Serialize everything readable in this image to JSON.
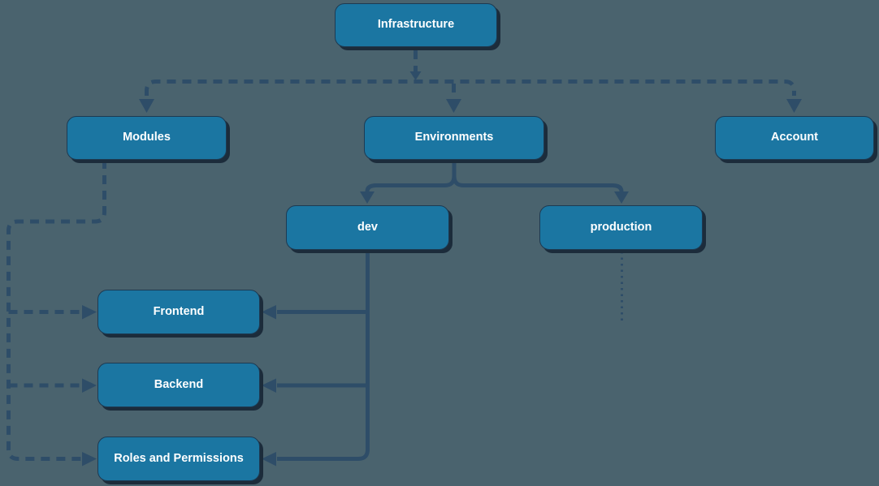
{
  "diagram": {
    "type": "flowchart",
    "orientation": "top-down",
    "colors": {
      "background": "#4A636E",
      "node_fill": "#1B76A2",
      "node_border": "#1D3A52",
      "node_shadow": "#1C2C3B",
      "node_text": "#FFFFFF",
      "edge": "#2E4D68"
    },
    "nodes": {
      "infrastructure": {
        "label": "Infrastructure"
      },
      "modules": {
        "label": "Modules"
      },
      "environments": {
        "label": "Environments"
      },
      "account": {
        "label": "Account"
      },
      "dev": {
        "label": "dev"
      },
      "production": {
        "label": "production"
      },
      "frontend": {
        "label": "Frontend"
      },
      "backend": {
        "label": "Backend"
      },
      "roles": {
        "label": "Roles and Permissions"
      }
    },
    "edges": [
      {
        "from": "Infrastructure",
        "to": "Modules",
        "style": "dashed",
        "arrow": true
      },
      {
        "from": "Infrastructure",
        "to": "Environments",
        "style": "dashed",
        "arrow": true
      },
      {
        "from": "Infrastructure",
        "to": "Account",
        "style": "dashed",
        "arrow": true
      },
      {
        "from": "Modules",
        "to": "Frontend",
        "style": "dashed",
        "arrow": true
      },
      {
        "from": "Modules",
        "to": "Backend",
        "style": "dashed",
        "arrow": true
      },
      {
        "from": "Modules",
        "to": "Roles and Permissions",
        "style": "dashed",
        "arrow": true
      },
      {
        "from": "Environments",
        "to": "dev",
        "style": "solid",
        "arrow": true
      },
      {
        "from": "Environments",
        "to": "production",
        "style": "solid",
        "arrow": true
      },
      {
        "from": "dev",
        "to": "Frontend",
        "style": "solid",
        "arrow": true
      },
      {
        "from": "dev",
        "to": "Backend",
        "style": "solid",
        "arrow": true
      },
      {
        "from": "dev",
        "to": "Roles and Permissions",
        "style": "solid",
        "arrow": true
      },
      {
        "from": "production",
        "to": null,
        "style": "dotted",
        "arrow": false,
        "note": "line continues downward, target cut off below"
      }
    ]
  }
}
